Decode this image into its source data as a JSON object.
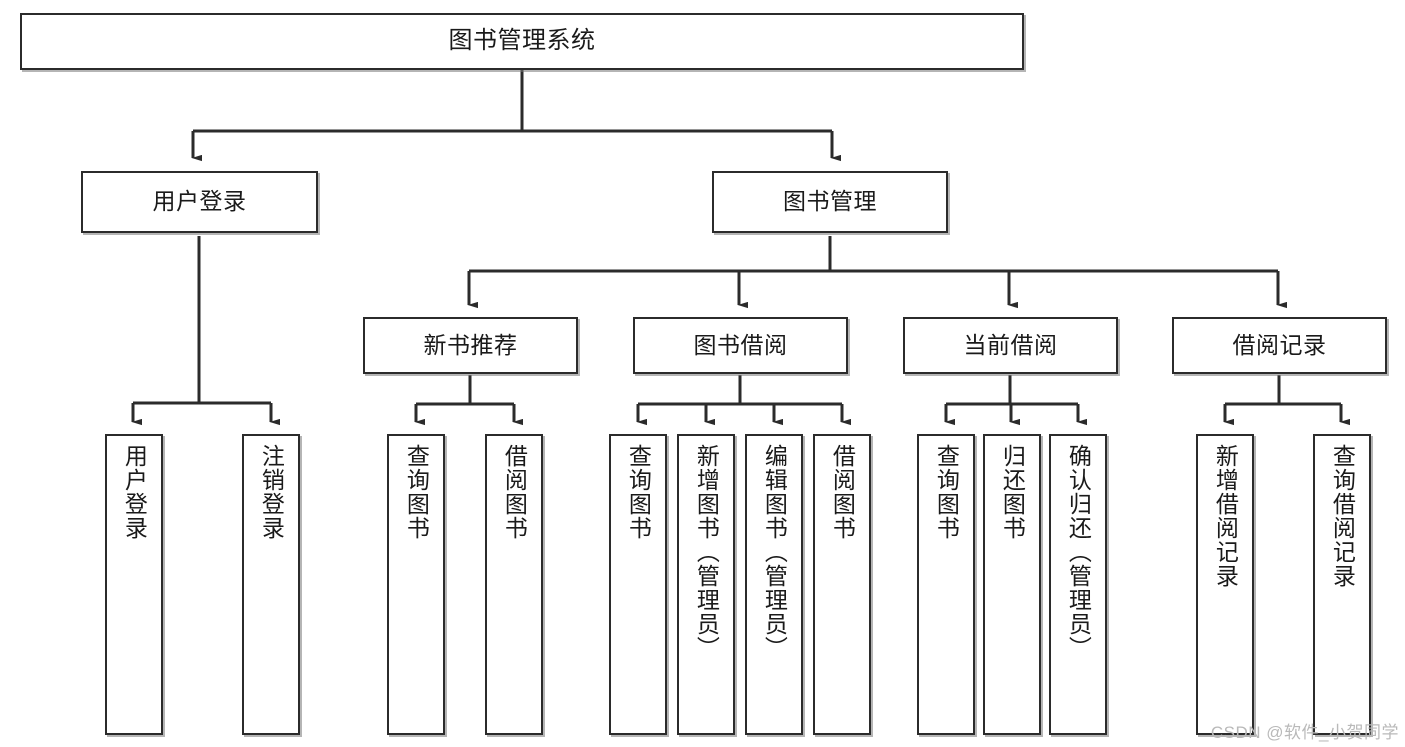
{
  "diagram": {
    "title": "图书管理系统",
    "type": "tree-hierarchy-chart",
    "watermark": "CSDN @软件_小贺同学",
    "stroke_color": "#2b2b2b",
    "background_color": "#ffffff"
  },
  "nodes": {
    "root": {
      "label": "图书管理系统"
    },
    "level2": [
      {
        "id": "user-login",
        "label": "用户登录"
      },
      {
        "id": "book-management",
        "label": "图书管理"
      }
    ],
    "level3": [
      {
        "id": "new-book-recommend",
        "label": "新书推荐"
      },
      {
        "id": "book-borrow",
        "label": "图书借阅"
      },
      {
        "id": "current-borrow",
        "label": "当前借阅"
      },
      {
        "id": "borrow-record",
        "label": "借阅记录"
      }
    ],
    "leaves": {
      "user_login": [
        {
          "id": "leaf-user-login",
          "label": "用户登录"
        },
        {
          "id": "leaf-logout-login",
          "label": "注销登录"
        }
      ],
      "new_book_recommend": [
        {
          "id": "leaf-query-book-1",
          "label": "查询图书"
        },
        {
          "id": "leaf-borrow-book-1",
          "label": "借阅图书"
        }
      ],
      "book_borrow": [
        {
          "id": "leaf-query-book-2",
          "label": "查询图书"
        },
        {
          "id": "leaf-add-book",
          "label": "新增图书（管理员）"
        },
        {
          "id": "leaf-edit-book",
          "label": "编辑图书（管理员）"
        },
        {
          "id": "leaf-borrow-book-2",
          "label": "借阅图书"
        }
      ],
      "current_borrow": [
        {
          "id": "leaf-query-book-3",
          "label": "查询图书"
        },
        {
          "id": "leaf-return-book",
          "label": "归还图书"
        },
        {
          "id": "leaf-confirm-return",
          "label": "确认归还（管理员）"
        }
      ],
      "borrow_record": [
        {
          "id": "leaf-add-record",
          "label": "新增借阅记录"
        },
        {
          "id": "leaf-query-record",
          "label": "查询借阅记录"
        }
      ]
    }
  }
}
